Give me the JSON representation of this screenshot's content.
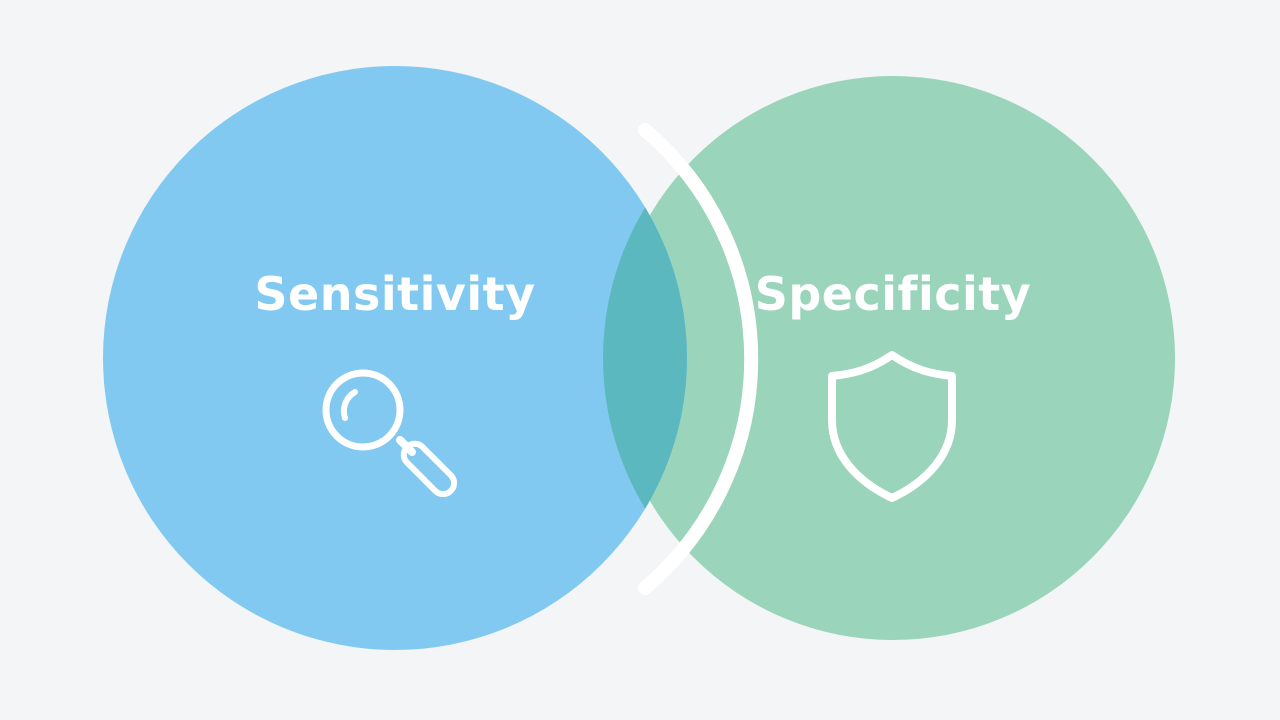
{
  "diagram": {
    "type": "venn",
    "sets": [
      {
        "label": "Sensitivity",
        "icon": "magnifying-glass-icon",
        "color": "#82c9f2"
      },
      {
        "label": "Specificity",
        "icon": "shield-icon",
        "color": "#99d4bb"
      }
    ],
    "overlap_color": "#5cb8bf",
    "divider_color": "#ffffff",
    "background": "#f3f5f6"
  }
}
